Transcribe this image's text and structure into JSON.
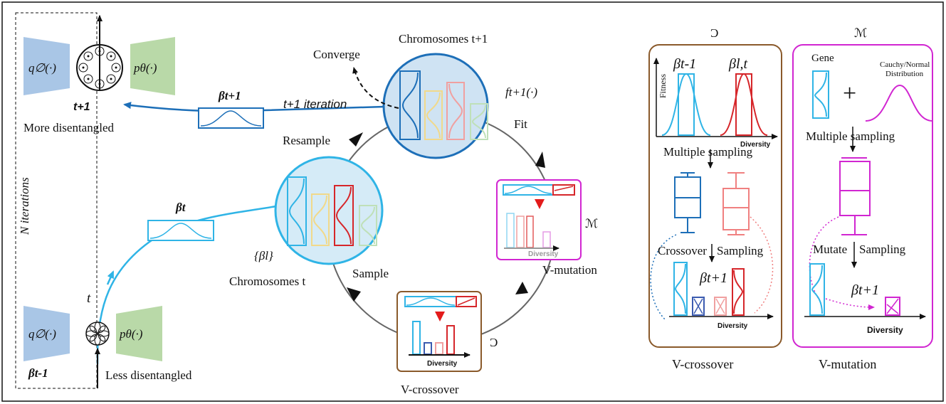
{
  "left": {
    "encoder_top": "q∅(·)",
    "decoder_top": "pθ(·)",
    "label_top_t": "t+1",
    "top_caption": "More disentangled",
    "beta_top": "βt+1",
    "iteration_label": "t+1 iteration",
    "n_iterations": "N  iterations",
    "beta_mid": "βt",
    "t_label": "t",
    "encoder_bottom": "q∅(·)",
    "decoder_bottom": "pθ(·)",
    "beta_bottom": "βt-1",
    "bottom_caption": "Less disentangled"
  },
  "cycle": {
    "chromosomes_top": "Chromosomes t+1",
    "converge": "Converge",
    "fitness_fn": "ft+1(·)",
    "fit": "Fit",
    "resample": "Resample",
    "beta_set": "{βl}",
    "chromosomes_bottom": "Chromosomes t",
    "sample": "Sample",
    "v_mutation": "V-mutation",
    "v_crossover": "V-crossover",
    "m_symbol": "ℳ",
    "c_symbol": "Ɔ",
    "diversity": "Diversity"
  },
  "crossover_panel": {
    "symbol": "Ɔ",
    "fitness_axis": "Fitness",
    "beta_a": "βt-1",
    "beta_b": "βl,t",
    "diversity": "Diversity",
    "multiple_sampling": "Multiple sampling",
    "crossover": "Crossover",
    "sampling": "Sampling",
    "beta_next": "βt+1",
    "diversity2": "Diversity",
    "caption": "V-crossover"
  },
  "mutation_panel": {
    "symbol": "ℳ",
    "gene": "Gene",
    "cauchy": "Cauchy/Normal",
    "distribution": "Distribution",
    "multiple_sampling": "Multiple sampling",
    "mutate": "Mutate",
    "sampling": "Sampling",
    "beta_next": "βt+1",
    "diversity": "Diversity",
    "caption": "V-mutation"
  },
  "colors": {
    "blue": "#2fb4e6",
    "darkblue": "#1565a8",
    "yellow": "#f1d98a",
    "pink": "#f0a0a0",
    "red": "#d6262a",
    "green": "#bfe0b8",
    "magenta": "#d126d1",
    "brown": "#8a5a2b",
    "encoder": "#a9c6e6",
    "decoder": "#b9d9a8"
  }
}
